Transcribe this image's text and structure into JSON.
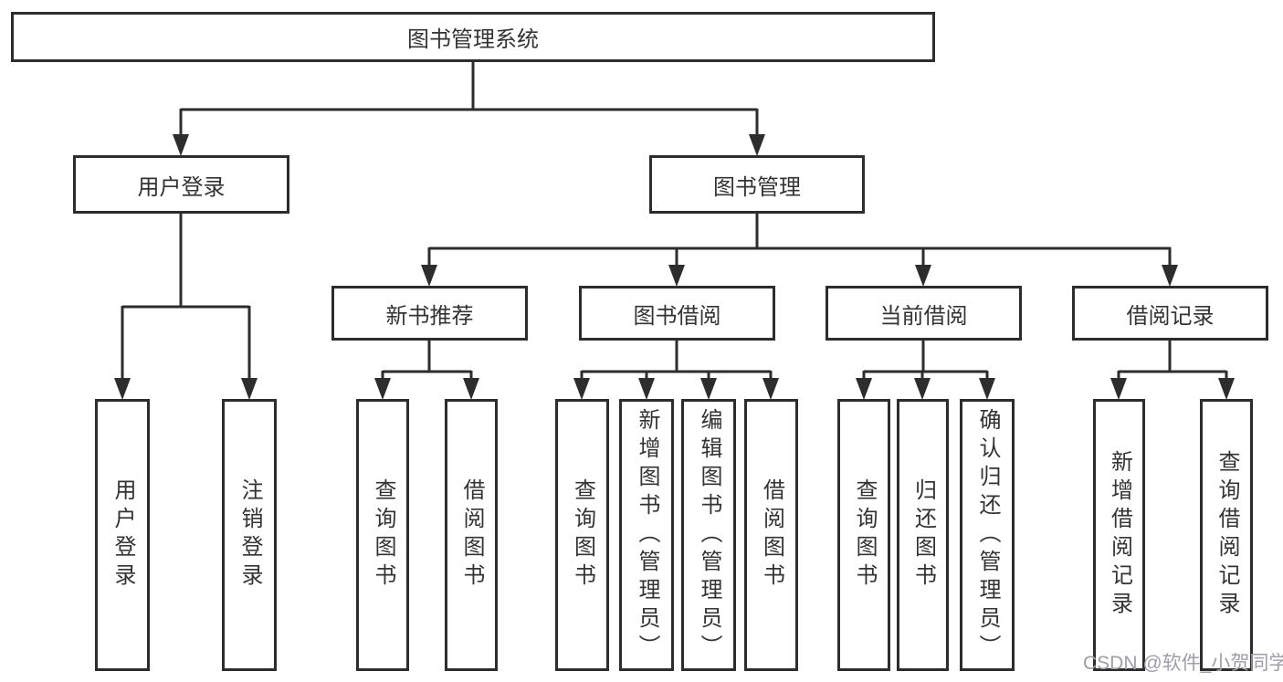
{
  "colors": {
    "line": "#2d2d2d",
    "box_border": "#2d2d2d",
    "text": "#333333",
    "background": "#ffffff",
    "watermark": "#9e9ea8"
  },
  "tree": {
    "root": {
      "label": "图书管理系统"
    },
    "branches": [
      {
        "label": "用户登录",
        "children": [
          {
            "label": "用户登录"
          },
          {
            "label": "注销登录"
          }
        ]
      },
      {
        "label": "图书管理",
        "children": [
          {
            "label": "新书推荐",
            "children": [
              {
                "label": "查询图书"
              },
              {
                "label": "借阅图书"
              }
            ]
          },
          {
            "label": "图书借阅",
            "children": [
              {
                "label": "查询图书"
              },
              {
                "label": "新增图书（管理员）"
              },
              {
                "label": "编辑图书（管理员）"
              },
              {
                "label": "借阅图书"
              }
            ]
          },
          {
            "label": "当前借阅",
            "children": [
              {
                "label": "查询图书"
              },
              {
                "label": "归还图书"
              },
              {
                "label": "确认归还（管理员）"
              }
            ]
          },
          {
            "label": "借阅记录",
            "children": [
              {
                "label": "新增借阅记录"
              },
              {
                "label": "查询借阅记录"
              }
            ]
          }
        ]
      }
    ]
  },
  "watermark": {
    "text": "CSDN @软件_小贺同学"
  }
}
